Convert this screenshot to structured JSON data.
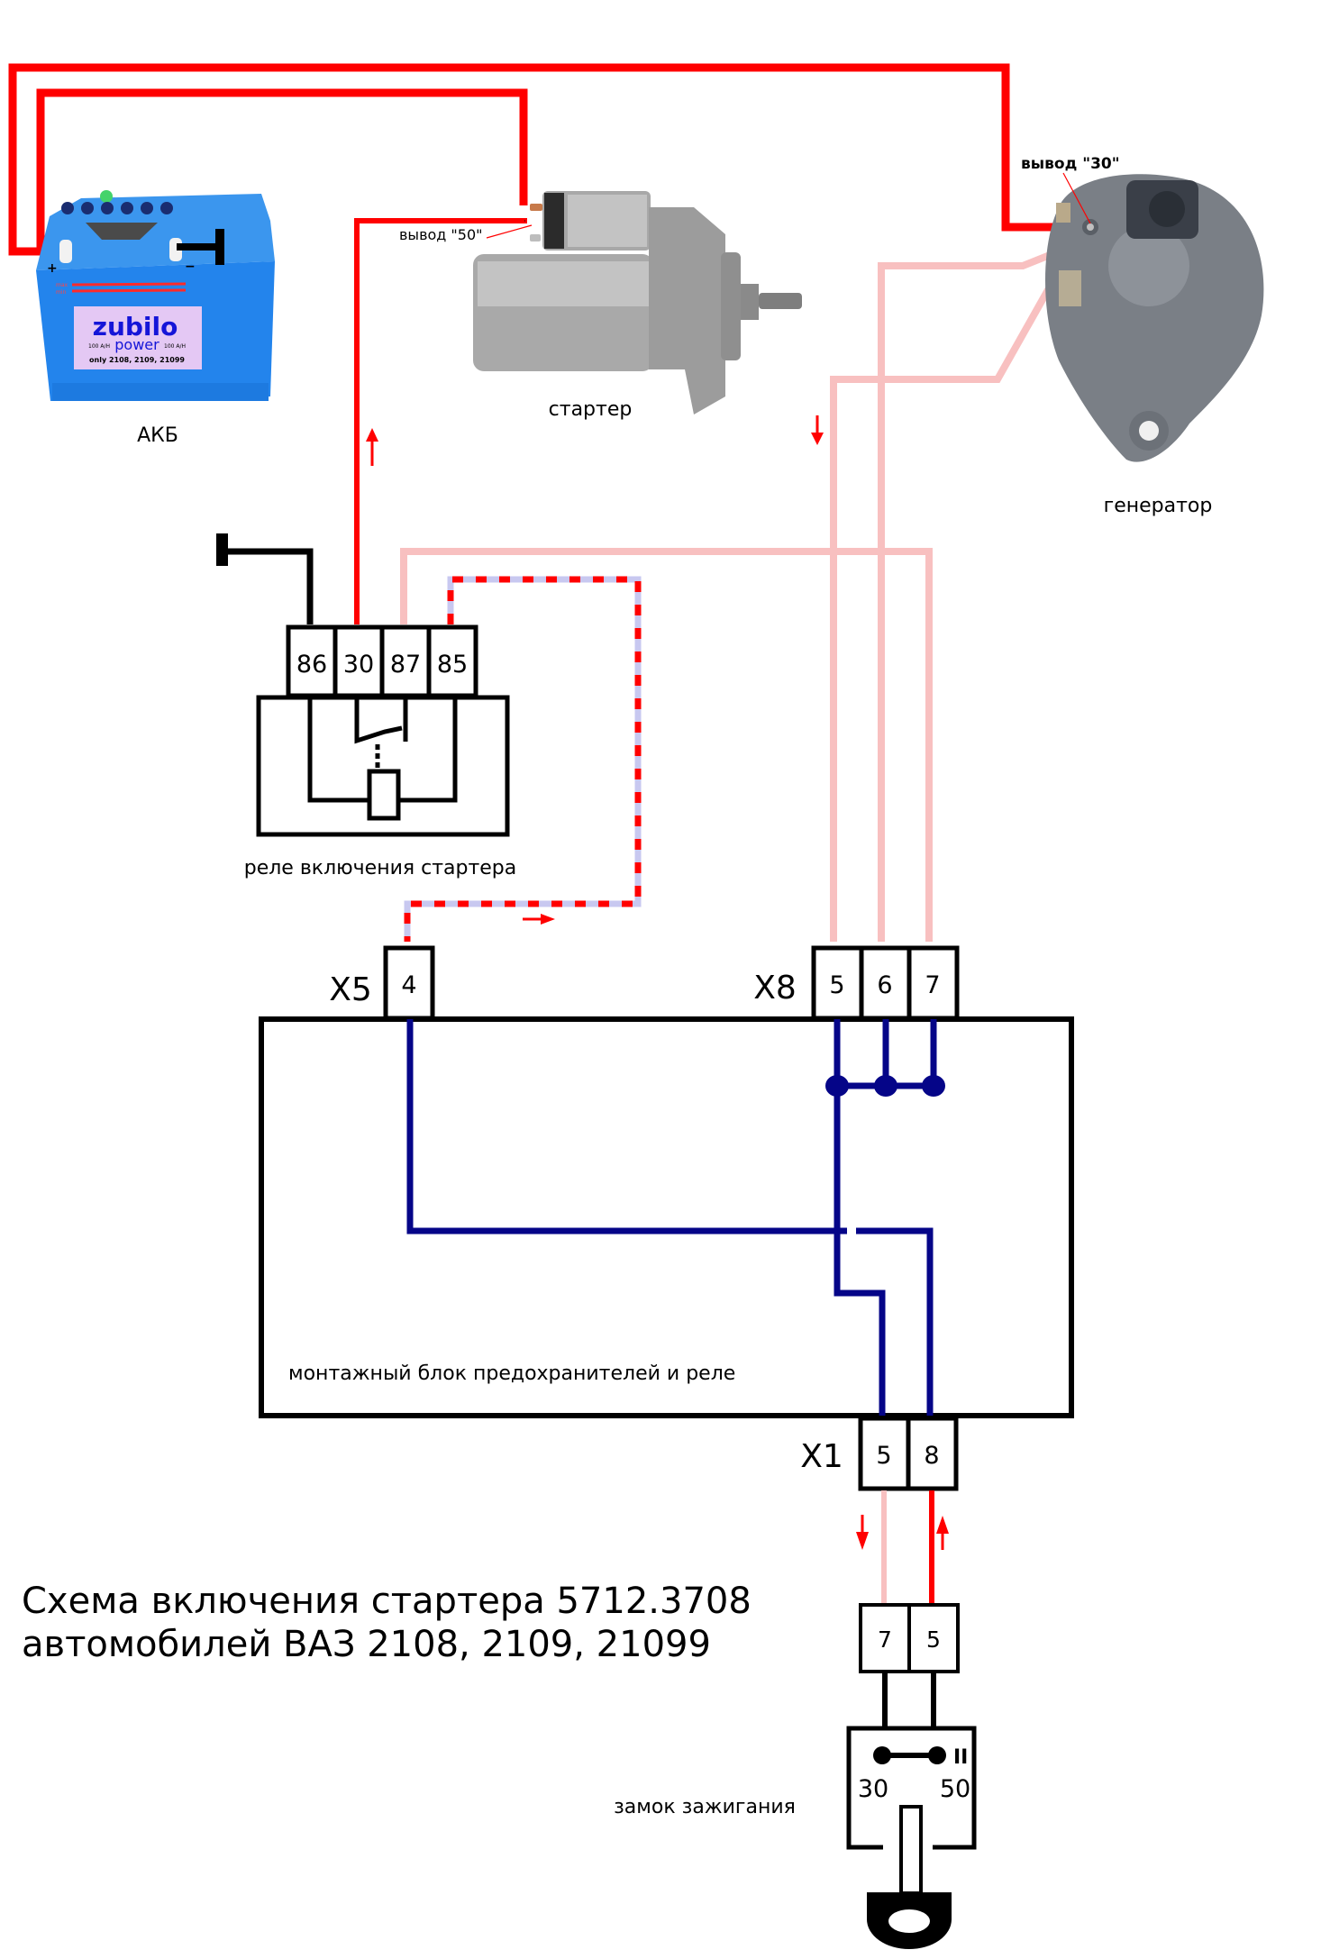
{
  "title": {
    "line1": "Схема включения стартера 5712.3708",
    "line2": "автомобилей ВАЗ 2108, 2109, 21099"
  },
  "components": {
    "battery": {
      "label": "АКБ",
      "brand": "zubilo",
      "sub": "power",
      "capacity_left": "100 A/H",
      "capacity_right": "100 A/H",
      "models": "only 2108, 2109, 21099",
      "max_mark": "max",
      "min_mark": "min",
      "plus": "+",
      "minus": "−"
    },
    "starter": {
      "label": "стартер",
      "terminal_label": "вывод \"50\""
    },
    "generator": {
      "label": "генератор",
      "terminal_label": "вывод \"30\""
    },
    "relay": {
      "label": "реле включения стартера",
      "pins": [
        "86",
        "30",
        "87",
        "85"
      ]
    },
    "fuse_block": {
      "label": "монтажный блок предохранителей и реле",
      "connectors": {
        "x5": {
          "name": "X5",
          "pins": [
            "4"
          ]
        },
        "x8": {
          "name": "X8",
          "pins": [
            "5",
            "6",
            "7"
          ]
        },
        "x1": {
          "name": "X1",
          "pins": [
            "5",
            "8"
          ]
        }
      }
    },
    "ignition_connector": {
      "pins": [
        "7",
        "5"
      ]
    },
    "ignition_switch": {
      "label": "замок зажигания",
      "terminal_left": "30",
      "terminal_right": "50",
      "position": "II"
    }
  },
  "colors": {
    "power_wire": "#ff0000",
    "generator_wire": "#f8c0c0",
    "internal_wire": "#050588",
    "control_dash_a": "#ff0000",
    "control_dash_b": "#c8c8f0",
    "ground": "#000000",
    "battery_body": "#2a8ef0",
    "battery_label_bg": "#e4c8f4"
  }
}
